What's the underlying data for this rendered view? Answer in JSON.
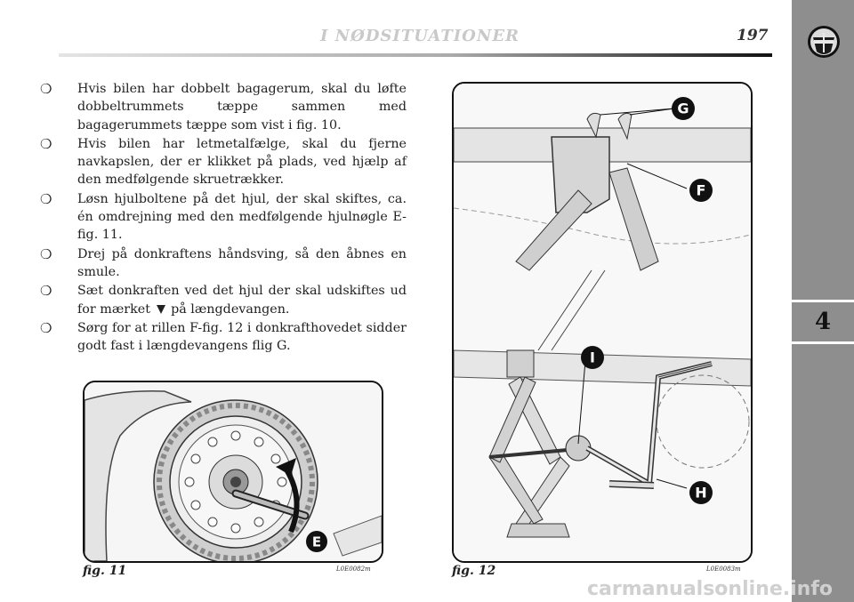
{
  "header": {
    "title": "I NØDSITUATIONER",
    "page_number": "197"
  },
  "side_tab": {
    "chapter": "4"
  },
  "instructions": [
    {
      "text": "Hvis bilen har dobbelt bagagerum, skal du løfte dob­beltrummets tæppe sammen med bagagerummets tæp­pe som vist i fig. 10."
    },
    {
      "text": "Hvis bilen har letmetalfælge, skal du fjerne navkap­slen, der er klikket på plads, ved hjælp af den med­følgende skruetrækker."
    },
    {
      "text": "Løsn hjulboltene på det hjul, der skal skiftes, ca. én omdrejning med den medfølgende hjulnøgle E-fig. 11."
    },
    {
      "text": "Drej på donkraftens håndsving, så den åbnes en smule."
    },
    {
      "text_before": "Sæt donkraften ved det hjul der skal udskiftes ud for mærket",
      "text_after": "på længdevangen."
    },
    {
      "text": "Sørg for at rillen F-fig. 12 i donkrafthovedet sidder godt fast i længdevangens flig G."
    }
  ],
  "figures": {
    "fig11": {
      "caption": "fig. 11",
      "code": "L0E0082m",
      "labels": {
        "e": "E"
      }
    },
    "fig12": {
      "caption": "fig. 12",
      "code": "L0E0083m",
      "labels": {
        "g": "G",
        "f": "F",
        "i": "I",
        "h": "H"
      }
    }
  },
  "watermark": "carmanualsonline.info",
  "colors": {
    "side_tab": "#8e8e8e",
    "header_title": "#c9c9c9",
    "frame": "#111111"
  }
}
